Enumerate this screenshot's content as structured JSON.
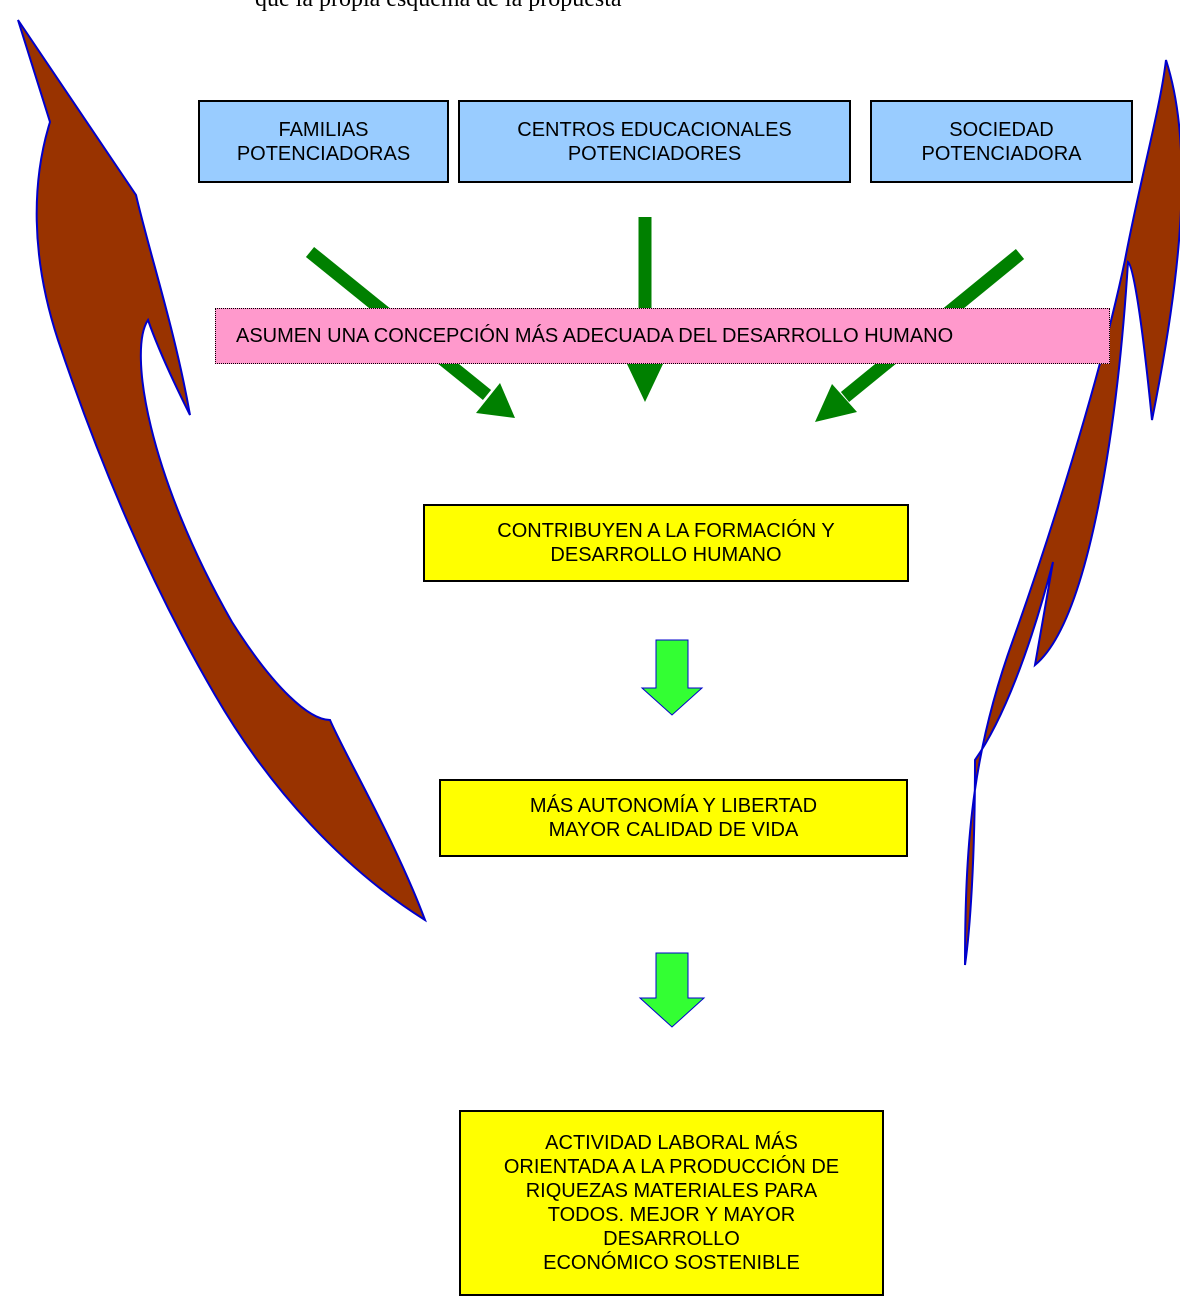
{
  "header_fragment": "que la propia esquema de la propuesta",
  "sources": [
    {
      "label": "FAMILIAS\nPOTENCIADORAS"
    },
    {
      "label": "CENTROS EDUCACIONALES\nPOTENCIADORES"
    },
    {
      "label": "SOCIEDAD\nPOTENCIADORA"
    }
  ],
  "concept": "ASUMEN UNA CONCEPCIÓN MÁS ADECUADA DEL DESARROLLO  HUMANO",
  "steps": [
    {
      "label": "CONTRIBUYEN A LA FORMACIÓN Y\nDESARROLLO HUMANO"
    },
    {
      "label": "MÁS AUTONOMÍA Y LIBERTAD\nMAYOR CALIDAD DE VIDA"
    },
    {
      "label": "ACTIVIDAD LABORAL MÁS\nORIENTADA A LA PRODUCCIÓN DE\nRIQUEZAS MATERIALES PARA\nTODOS.  MEJOR Y MAYOR\nDESARROLLO\nECONÓMICO SOSTENIBLE"
    }
  ],
  "colors": {
    "source_fill": "#99ccff",
    "concept_fill": "#ff99cc",
    "step_fill": "#ffff00",
    "green_arrow": "#008000",
    "lime_arrow": "#33ff33",
    "side_shape": "#993300",
    "side_outline": "#0000cc"
  }
}
